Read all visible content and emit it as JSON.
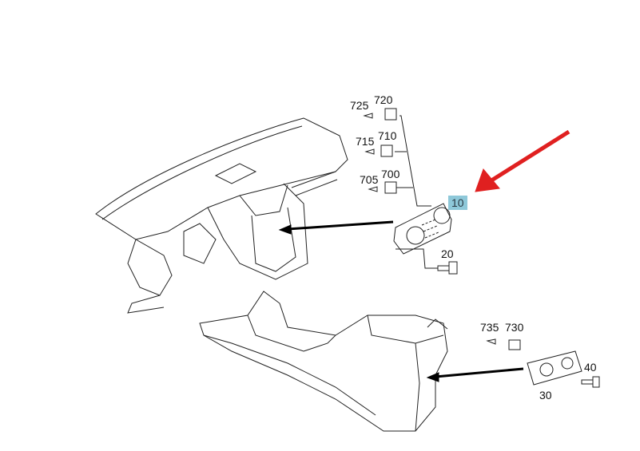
{
  "diagram": {
    "labels": {
      "p725": "725",
      "p720": "720",
      "p715": "715",
      "p710": "710",
      "p705": "705",
      "p700": "700",
      "p10": "10",
      "p20": "20",
      "p735": "735",
      "p730": "730",
      "p40": "40",
      "p30": "30"
    },
    "highlight_color": "#8ec8d9",
    "arrow_color": "#e02020"
  }
}
